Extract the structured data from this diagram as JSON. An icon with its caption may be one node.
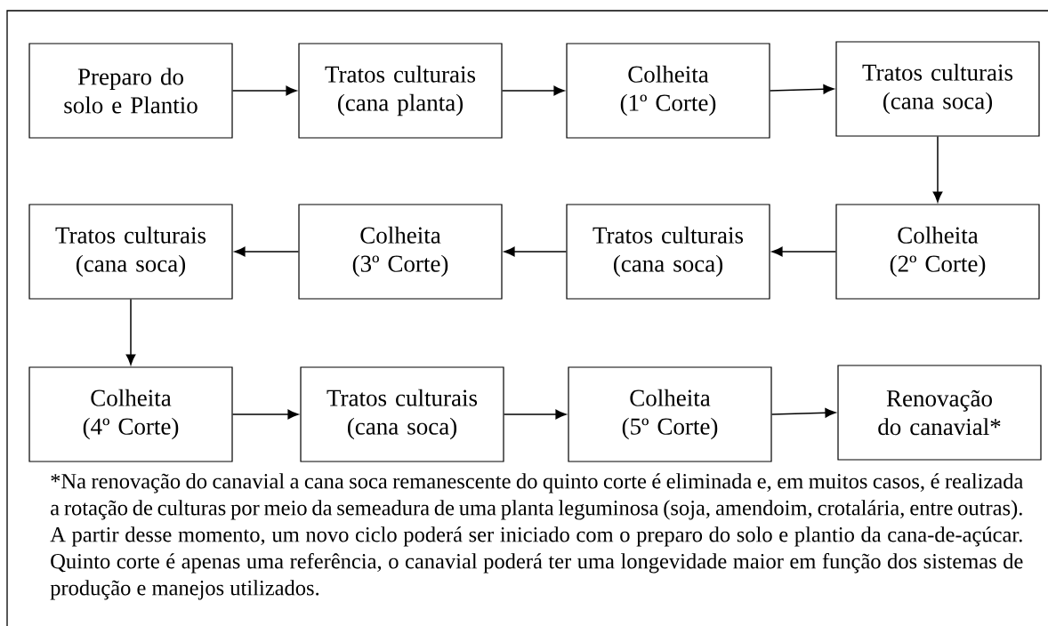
{
  "diagram": {
    "nodes": [
      {
        "text": [
          "Preparo do solo e Plantio"
        ]
      },
      {
        "text": [
          "Tratos culturais (cana planta)"
        ]
      },
      {
        "text": [
          "Colheita (1º Corte)"
        ]
      },
      {
        "text": [
          "Tratos culturais (cana soca)"
        ]
      },
      {
        "text": [
          "Tratos culturais (cana soca)"
        ]
      },
      {
        "text": [
          "Colheita (3º Corte)"
        ]
      },
      {
        "text": [
          "Tratos culturais (cana soca)"
        ]
      },
      {
        "text": [
          "Colheita (2º Corte)"
        ]
      },
      {
        "text": [
          "Colheita (4º Corte)"
        ]
      },
      {
        "text": [
          "Tratos culturais (cana soca)"
        ]
      },
      {
        "text": [
          "Colheita (5º Corte)"
        ]
      },
      {
        "text": [
          "Renovação do canavial*"
        ]
      }
    ],
    "edges": [
      {
        "from": 0,
        "to": 1,
        "arrow": "to"
      },
      {
        "from": 1,
        "to": 2,
        "arrow": "to"
      },
      {
        "from": 2,
        "to": 3,
        "arrow": "to"
      },
      {
        "from": 3,
        "to": 7,
        "arrow": "to"
      },
      {
        "from": 7,
        "to": 6,
        "arrow": "to"
      },
      {
        "from": 6,
        "to": 5,
        "arrow": "to"
      },
      {
        "from": 5,
        "to": 4,
        "arrow": "to"
      },
      {
        "from": 4,
        "to": 8,
        "arrow": "to"
      },
      {
        "from": 8,
        "to": 9,
        "arrow": "to"
      },
      {
        "from": 9,
        "to": 10,
        "arrow": "to"
      },
      {
        "from": 10,
        "to": 11,
        "arrow": "to"
      }
    ],
    "labels": [
      "*Na renovação do canavial a cana soca remanescente do quinto corte é eliminada e, em muitos casos, é realizada a rotação de culturas por meio da semeadura de uma planta leguminosa (soja, amendoim, crotalária, entre outras). A partir desse momento, um novo ciclo poderá ser iniciado com o preparo do solo e plantio da cana-de-açúcar. Quinto corte é apenas uma referência, o canavial poderá ter uma longevidade maior em função dos sistemas de produção e manejos utilizados."
    ]
  }
}
